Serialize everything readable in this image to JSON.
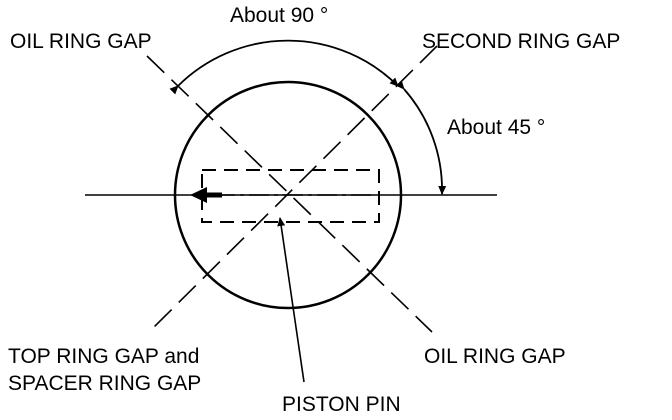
{
  "labels": {
    "oil_ring_gap_top": "OIL RING GAP",
    "second_ring_gap": "SECOND RING GAP",
    "about_90": "About 90 °",
    "about_45": "About 45 °",
    "top_ring_gap_line1": "TOP RING GAP and",
    "top_ring_gap_line2": "SPACER RING GAP",
    "oil_ring_gap_bottom": "OIL RING GAP",
    "piston_pin": "PISTON PIN"
  },
  "colors": {
    "ink": "#000000",
    "background": "#ffffff"
  }
}
